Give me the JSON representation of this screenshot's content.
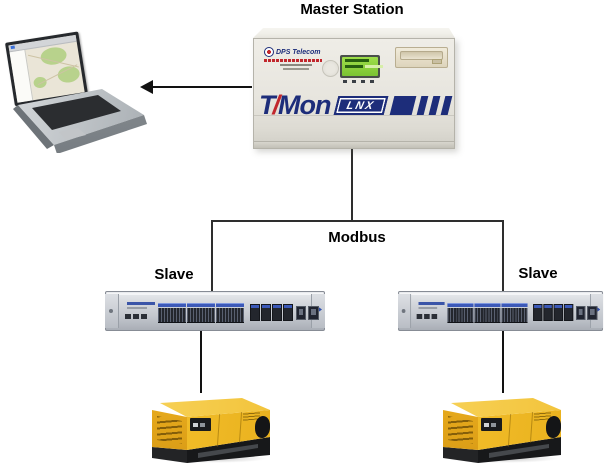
{
  "diagram": {
    "labels": {
      "master_station": "Master Station",
      "bus": "Modbus",
      "slave_left": "Slave",
      "slave_right": "Slave"
    },
    "master_device": {
      "brand": "DPS Telecom",
      "product_prefix": "T",
      "product_slash": "/",
      "product_main": "Mon",
      "product_model": "LNX"
    },
    "nodes": [
      {
        "id": "workstation",
        "kind": "laptop-map-console"
      },
      {
        "id": "master",
        "kind": "tmon-lnx-master-station"
      },
      {
        "id": "slave-left",
        "kind": "remote-telemetry-unit",
        "label": "Slave"
      },
      {
        "id": "slave-right",
        "kind": "remote-telemetry-unit",
        "label": "Slave"
      },
      {
        "id": "generator-left",
        "kind": "diesel-generator"
      },
      {
        "id": "generator-right",
        "kind": "diesel-generator"
      }
    ],
    "connections": [
      {
        "from": "master",
        "to": "workstation",
        "style": "arrow"
      },
      {
        "from": "master",
        "to": "modbus-bus",
        "style": "line"
      },
      {
        "from": "modbus-bus",
        "to": "slave-left",
        "style": "line"
      },
      {
        "from": "modbus-bus",
        "to": "slave-right",
        "style": "line"
      },
      {
        "from": "slave-left",
        "to": "generator-left",
        "style": "line"
      },
      {
        "from": "slave-right",
        "to": "generator-right",
        "style": "line"
      }
    ],
    "colors": {
      "background": "#ffffff",
      "brand_navy": "#1d2d7a",
      "brand_red": "#c1272d",
      "lcd_green": "#8cd23f",
      "generator_yellow": "#f1bc28",
      "rack_gray": "#c7cbd1",
      "connector_line": "#2e2e2e"
    }
  }
}
